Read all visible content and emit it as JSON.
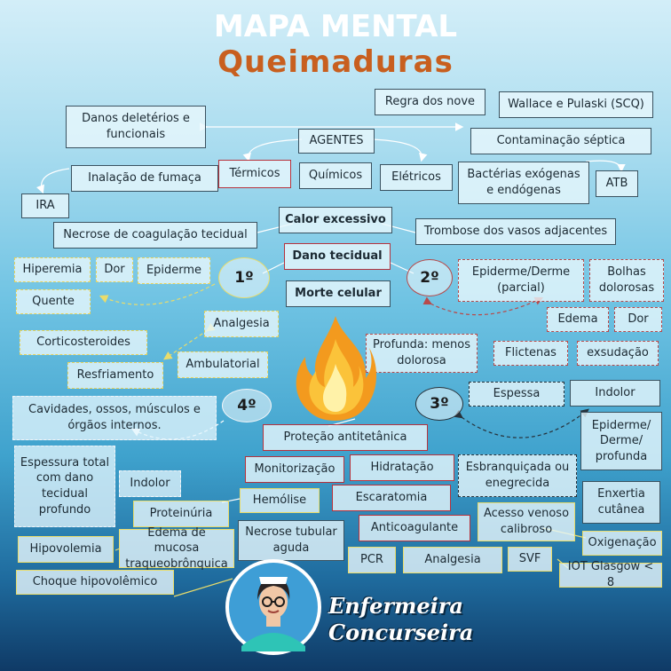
{
  "title": "MAPA MENTAL",
  "subtitle": "Queimaduras",
  "brand": {
    "line1": "Enfermeira",
    "line2": "Concurseira"
  },
  "nodes": {
    "regra_dos_nove": "Regra dos nove",
    "wallace": "Wallace e Pulaski (SCQ)",
    "danos": "Danos deletérios e funcionais",
    "agentes": "AGENTES",
    "contaminacao": "Contaminação séptica",
    "inalacao": "Inalação de fumaça",
    "termicos": "Térmicos",
    "quimicos": "Químicos",
    "eletricos": "Elétricos",
    "bacterias": "Bactérias exógenas e endógenas",
    "atb": "ATB",
    "ira": "IRA",
    "calor": "Calor excessivo",
    "necrose_coag": "Necrose de coagulação tecidual",
    "trombose": "Trombose dos vasos adjacentes",
    "dano_tecidual": "Dano tecidual",
    "morte_celular": "Morte celular"
  },
  "degrees": {
    "first": {
      "label": "1º",
      "items": [
        "Hiperemia",
        "Dor",
        "Epiderme",
        "Quente",
        "Analgesia",
        "Corticosteroides",
        "Ambulatorial",
        "Resfriamento"
      ]
    },
    "second": {
      "label": "2º",
      "items": [
        "Epiderme/Derme (parcial)",
        "Bolhas dolorosas",
        "Edema",
        "Dor",
        "Profunda: menos dolorosa",
        "Flictenas",
        "exsudação"
      ]
    },
    "third": {
      "label": "3º",
      "items": [
        "Espessa",
        "Indolor",
        "Epiderme/ Derme/ profunda",
        "Esbranquiçada ou enegrecida",
        "Enxertia cutânea",
        "Acesso venoso calibroso",
        "Oxigenação",
        "SVF",
        "IOT Glasgow < 8",
        "Analgesia",
        "PCR",
        "Anticoagulante",
        "Escaratomia",
        "Hidratação",
        "Monitorização",
        "Proteção antitetânica"
      ]
    },
    "fourth": {
      "label": "4º",
      "items": [
        "Cavidades, ossos, músculos e órgãos internos.",
        "Espessura total com dano tecidual profundo",
        "Indolor",
        "Proteinúria",
        "Hemólise",
        "Necrose tubular aguda",
        "Edema de mucosa traqueobrônquica",
        "Hipovolemia",
        "Choque hipovolêmico"
      ]
    }
  },
  "colors": {
    "first_degree": "#e9dc6b",
    "second_degree": "#b84a4a",
    "third_degree": "#27323b",
    "fourth_degree": "#f2f5f8",
    "title_sub": "#c85f1f",
    "core_border": "#b7323c"
  },
  "icons": [
    "flame-icon",
    "nurse-avatar-icon"
  ]
}
